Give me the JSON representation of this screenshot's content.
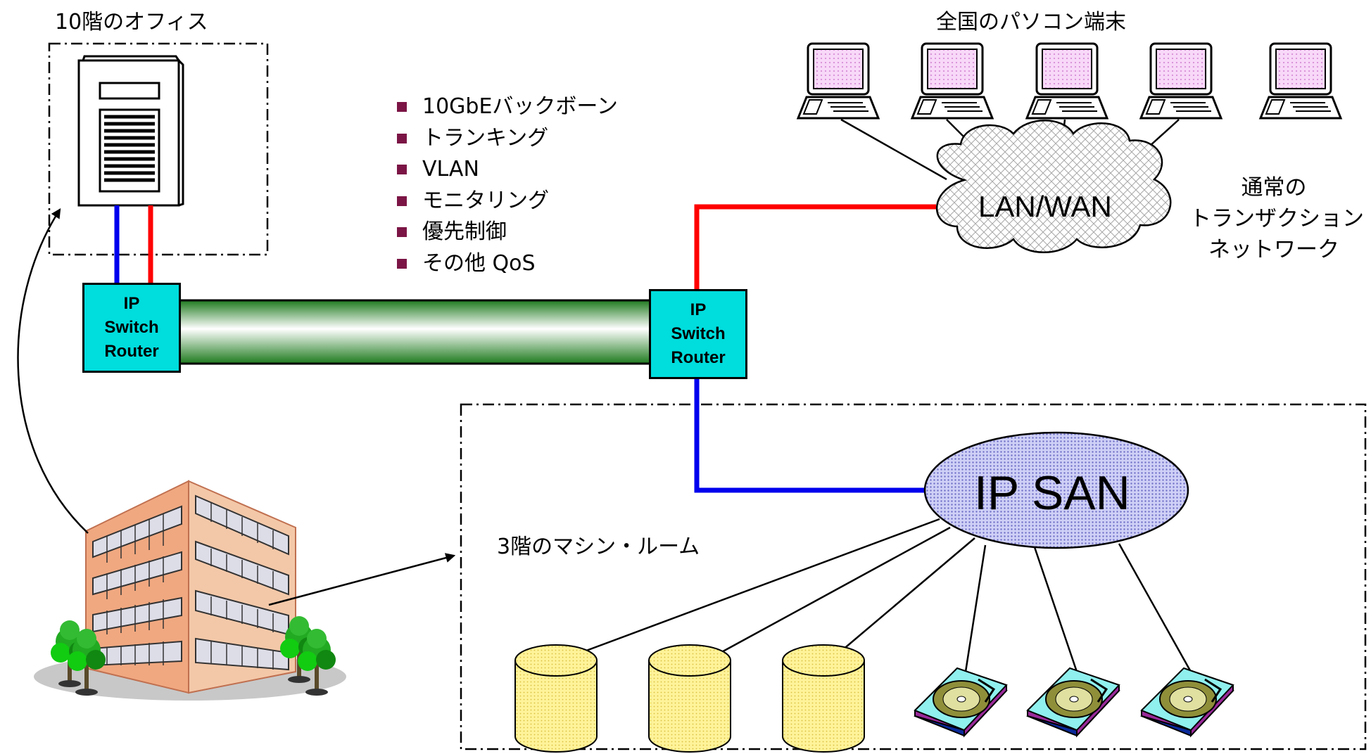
{
  "labels": {
    "office_title": "10階のオフィス",
    "pc_title": "全国のパソコン端末",
    "room_title": "3階のマシン・ルーム",
    "cloud": "LAN/WAN",
    "san": "IP SAN"
  },
  "features": [
    "10GbEバックボーン",
    "トランキング",
    "VLAN",
    "モニタリング",
    "優先制御",
    "その他 QoS"
  ],
  "normal_network": [
    "通常の",
    "トランザクション",
    "ネットワーク"
  ],
  "routers": {
    "left": [
      "IP",
      "Switch",
      "Router"
    ],
    "right": [
      "IP",
      "Switch",
      "Router"
    ]
  },
  "colors": {
    "router_fill": "#00dddd",
    "link_red": "#ff0000",
    "link_blue": "#0000ee",
    "backbone_green": "#2e9a2e",
    "bullet": "#7b1545",
    "disk_fill": "#fff07a",
    "monitor_fill": "#f4c4f4",
    "san_fill": "#b8b8f0"
  },
  "icons": {
    "server": "server-rack-icon",
    "pc": "laptop-terminal-icon",
    "cloud": "cloud-icon",
    "disk": "database-cylinder-icon",
    "drive": "hard-drive-icon",
    "building": "office-building-icon",
    "tree": "tree-icon"
  }
}
